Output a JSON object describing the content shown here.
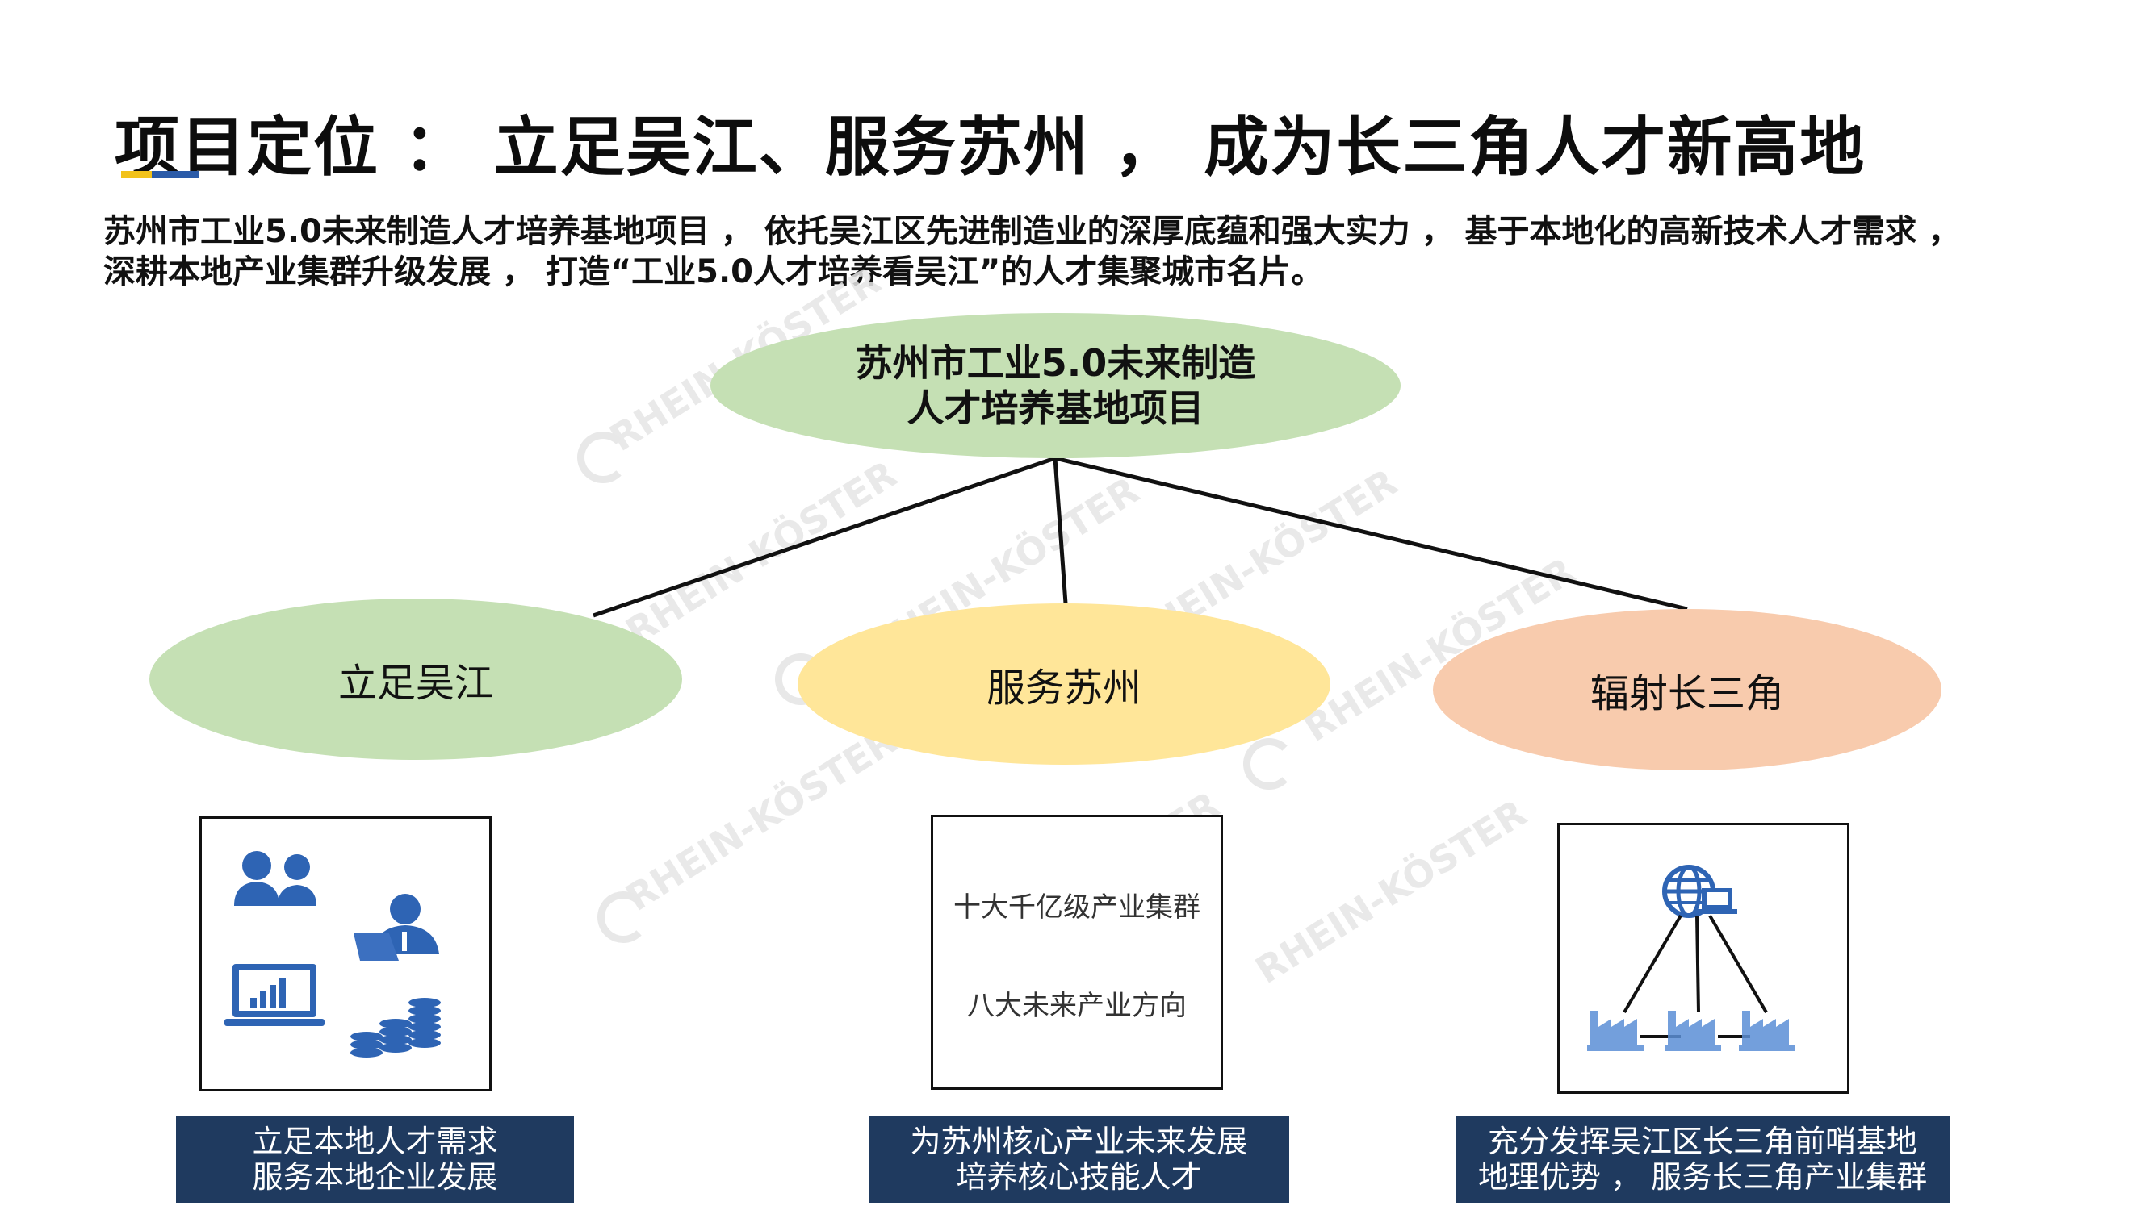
{
  "title": "项目定位 ： 立足吴江、服务苏州 ， 成为长三角人才新高地",
  "intro": {
    "line1": "苏州市工业5.0未来制造人才培养基地项目 ， 依托吴江区先进制造业的深厚底蕴和强大实力 ， 基于本地化的高新技术人才需求 ，",
    "line2": "深耕本地产业集群升级发展 ， 打造“工业5.0人才培养看吴江”的人才集聚城市名片。"
  },
  "root": {
    "line1": "苏州市工业5.0未来制造",
    "line2": "人才培养基地项目"
  },
  "nodes": {
    "left": "立足吴江",
    "mid": "服务苏州",
    "right": "辐射长三角"
  },
  "box_mid": {
    "item1": "十大千亿级产业集群",
    "item2": "八大未来产业方向"
  },
  "banners": {
    "left": {
      "line1": "立足本地人才需求",
      "line2": "服务本地企业发展"
    },
    "mid": {
      "line1": "为苏州核心产业未来发展",
      "line2": "培养核心技能人才"
    },
    "right": {
      "line1": "充分发挥吴江区长三角前哨基地",
      "line2": "地理优势 ， 服务长三角产业集群"
    }
  },
  "watermark": "RHEIN-KÖSTER",
  "icons": {
    "box_left": [
      "people-icon",
      "businessman-laptop-icon",
      "laptop-chart-icon",
      "coin-stack-icon"
    ],
    "box_right": [
      "globe-laptop-icon",
      "factory-network-icon"
    ]
  },
  "colors": {
    "green": "#c5e0b4",
    "yellow": "#ffe699",
    "peach": "#f8cbad",
    "banner": "#1f3a5f",
    "icon_blue": "#2e64b4"
  }
}
